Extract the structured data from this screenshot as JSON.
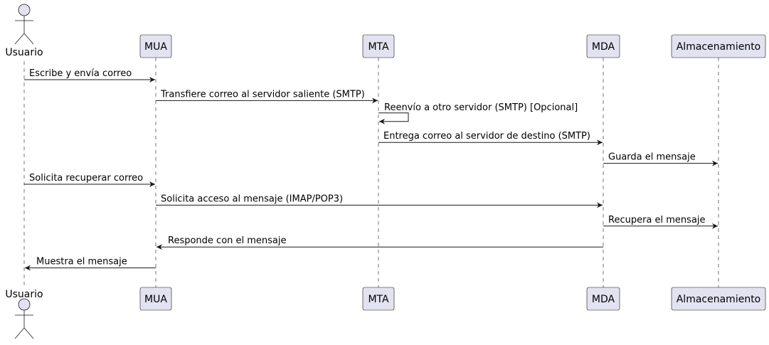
{
  "diagram": {
    "type": "sequence",
    "colors": {
      "participant_fill": "#E2E2F0",
      "line": "#181818",
      "background": "#FFFFFF"
    },
    "participants": [
      {
        "id": "usuario",
        "label": "Usuario",
        "kind": "actor"
      },
      {
        "id": "mua",
        "label": "MUA",
        "kind": "participant"
      },
      {
        "id": "mta",
        "label": "MTA",
        "kind": "participant"
      },
      {
        "id": "mda",
        "label": "MDA",
        "kind": "participant"
      },
      {
        "id": "almacenamiento",
        "label": "Almacenamiento",
        "kind": "participant"
      }
    ],
    "messages": [
      {
        "from": "usuario",
        "to": "mua",
        "text": "Escribe y envía correo"
      },
      {
        "from": "mua",
        "to": "mta",
        "text": "Transfiere correo al servidor saliente (SMTP)"
      },
      {
        "from": "mta",
        "to": "mta",
        "text": "Reenvío a otro servidor (SMTP) [Opcional]"
      },
      {
        "from": "mta",
        "to": "mda",
        "text": "Entrega correo al servidor de destino (SMTP)"
      },
      {
        "from": "mda",
        "to": "almacenamiento",
        "text": "Guarda el mensaje"
      },
      {
        "from": "usuario",
        "to": "mua",
        "text": "Solicita recuperar correo"
      },
      {
        "from": "mua",
        "to": "mda",
        "text": "Solicita acceso al mensaje (IMAP/POP3)"
      },
      {
        "from": "mda",
        "to": "almacenamiento",
        "text": "Recupera el mensaje"
      },
      {
        "from": "mda",
        "to": "mua",
        "text": "Responde con el mensaje"
      },
      {
        "from": "mua",
        "to": "usuario",
        "text": "Muestra el mensaje"
      }
    ]
  }
}
